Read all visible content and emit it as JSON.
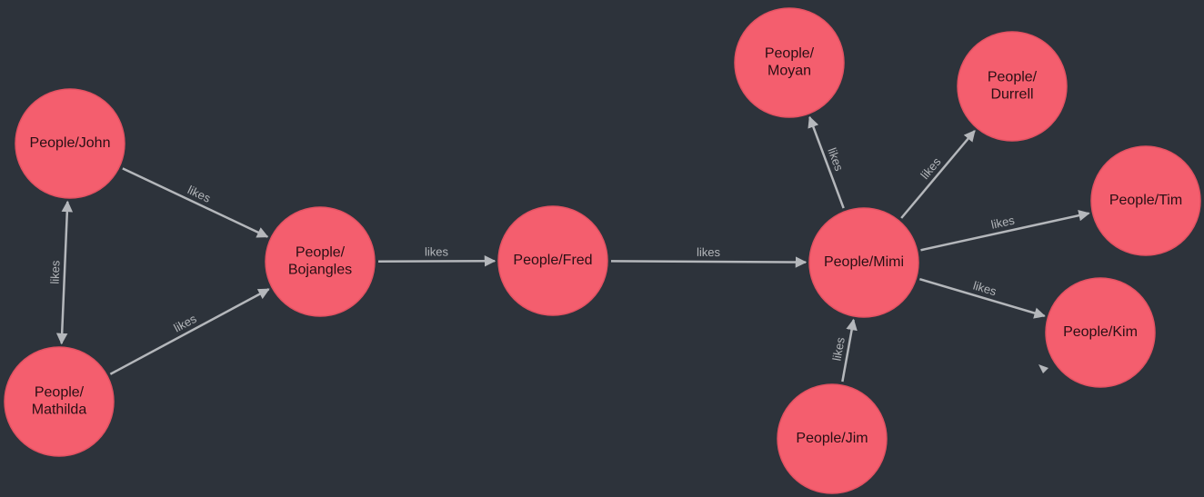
{
  "colors": {
    "background": "#2d333b",
    "node_fill": "#f45e6e",
    "node_stroke": "#e35262",
    "edge": "#b4b7bb",
    "node_text": "#2a0f14"
  },
  "nodes": [
    {
      "id": "john",
      "lines": [
        "People/John"
      ]
    },
    {
      "id": "mathilda",
      "lines": [
        "People/",
        "Mathilda"
      ]
    },
    {
      "id": "bojangles",
      "lines": [
        "People/",
        "Bojangles"
      ]
    },
    {
      "id": "fred",
      "lines": [
        "People/Fred"
      ]
    },
    {
      "id": "mimi",
      "lines": [
        "People/Mimi"
      ]
    },
    {
      "id": "moyan",
      "lines": [
        "People/",
        "Moyan"
      ]
    },
    {
      "id": "durrell",
      "lines": [
        "People/",
        "Durrell"
      ]
    },
    {
      "id": "tim",
      "lines": [
        "People/Tim"
      ]
    },
    {
      "id": "kim",
      "lines": [
        "People/Kim"
      ]
    },
    {
      "id": "jim",
      "lines": [
        "People/Jim"
      ]
    }
  ],
  "edges": [
    {
      "from": "john",
      "to": "bojangles",
      "label": "likes",
      "direction": "to"
    },
    {
      "from": "mathilda",
      "to": "bojangles",
      "label": "likes",
      "direction": "to"
    },
    {
      "from": "john",
      "to": "mathilda",
      "label": "likes",
      "direction": "both"
    },
    {
      "from": "bojangles",
      "to": "fred",
      "label": "likes",
      "direction": "to"
    },
    {
      "from": "fred",
      "to": "mimi",
      "label": "likes",
      "direction": "to"
    },
    {
      "from": "mimi",
      "to": "moyan",
      "label": "likes",
      "direction": "to"
    },
    {
      "from": "mimi",
      "to": "durrell",
      "label": "likes",
      "direction": "to"
    },
    {
      "from": "mimi",
      "to": "tim",
      "label": "likes",
      "direction": "to"
    },
    {
      "from": "mimi",
      "to": "kim",
      "label": "likes",
      "direction": "to"
    },
    {
      "from": "jim",
      "to": "mimi",
      "label": "likes",
      "direction": "to"
    }
  ]
}
